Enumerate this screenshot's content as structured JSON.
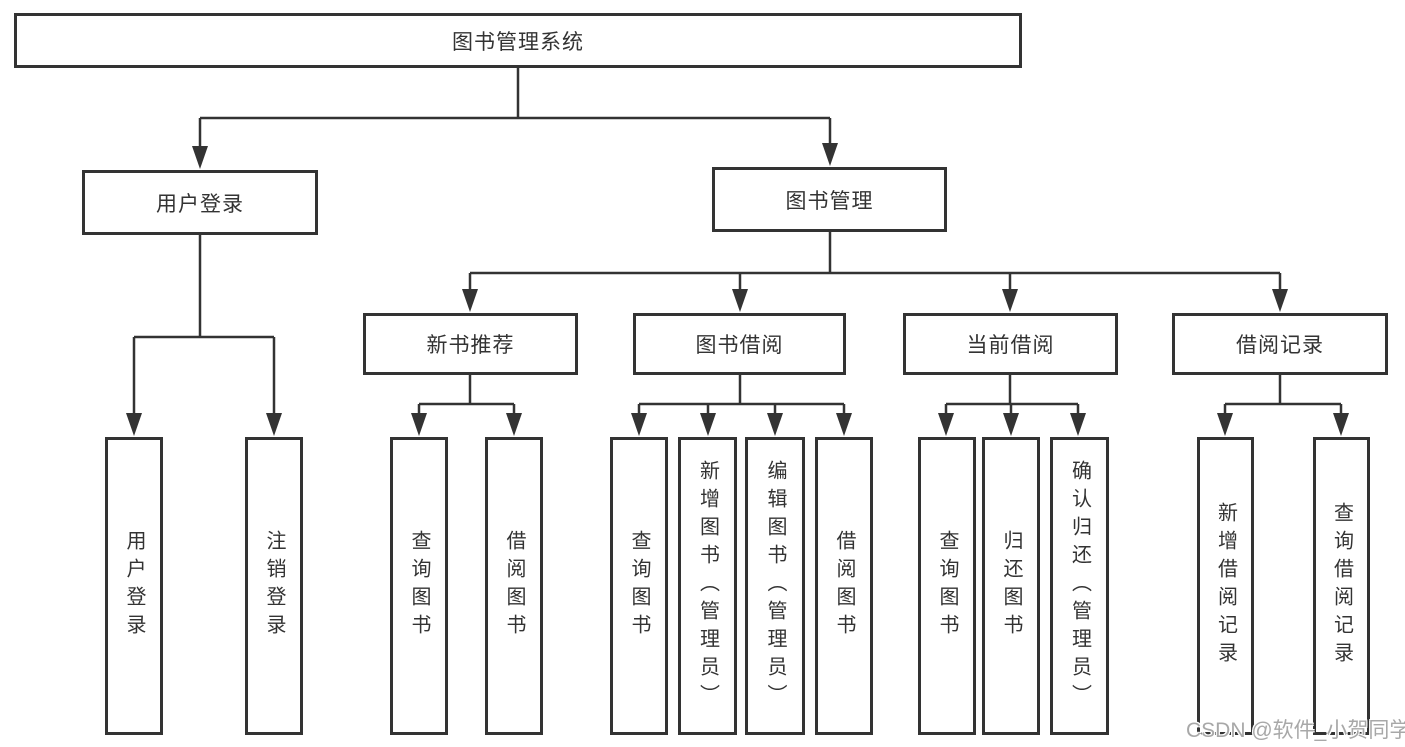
{
  "diagram": {
    "root_label": "图书管理系统",
    "branches": [
      {
        "label": "用户登录",
        "leaves": [
          {
            "label": "用户登录"
          },
          {
            "label": "注销登录"
          }
        ]
      },
      {
        "label": "图书管理",
        "sections": [
          {
            "label": "新书推荐",
            "leaves": [
              {
                "label": "查询图书"
              },
              {
                "label": "借阅图书"
              }
            ]
          },
          {
            "label": "图书借阅",
            "leaves": [
              {
                "label": "查询图书"
              },
              {
                "label": "新增图书（管理员）"
              },
              {
                "label": "编辑图书（管理员）"
              },
              {
                "label": "借阅图书"
              }
            ]
          },
          {
            "label": "当前借阅",
            "leaves": [
              {
                "label": "查询图书"
              },
              {
                "label": "归还图书"
              },
              {
                "label": "确认归还（管理员）"
              }
            ]
          },
          {
            "label": "借阅记录",
            "leaves": [
              {
                "label": "新增借阅记录"
              },
              {
                "label": "查询借阅记录"
              }
            ]
          }
        ]
      }
    ]
  },
  "watermark": {
    "text": "CSDN @软件_小贺同学"
  },
  "colors": {
    "line": "#333333",
    "box_border": "#333333",
    "text": "#333333",
    "background": "#ffffff",
    "watermark": "#a8a8a8"
  }
}
